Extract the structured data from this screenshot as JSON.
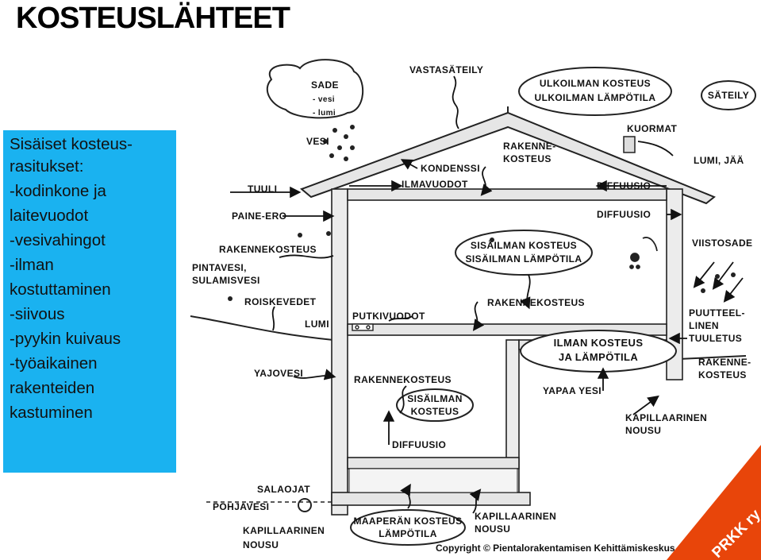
{
  "title": "KOSTEUSLÄHTEET",
  "sidebar": {
    "lines": [
      "Sisäiset kosteus-",
      "rasitukset:",
      "-kodinkone ja",
      "laitevuodot",
      "-vesivahingot",
      "-ilman",
      "kostuttaminen",
      "-siivous",
      "-pyykin kuivaus",
      "-työaikainen",
      "rakenteiden",
      "kastuminen"
    ]
  },
  "diagram": {
    "labels": {
      "sade": "SADE",
      "vesi_item": "- vesi",
      "lumi_item": "- lumi",
      "vesi": "VESI",
      "vastasateily": "VASTASÄTEILY",
      "ulkoilman1": "ULKOILMAN KOSTEUS",
      "ulkoilman2": "ULKOILMAN LÄMPÖTILA",
      "sateily": "SÄTEILY",
      "kuormat": "KUORMAT",
      "lumi_jaa": "LUMI, JÄÄ",
      "kondenssi": "KONDENSSI",
      "rakenne1": "RAKENNE-",
      "rakenne2": "KOSTEUS",
      "tuuli": "TUULI",
      "ilmavuodot": "ILMAVUODOT",
      "diffuusio_top": "DIFFUUSIO",
      "diffuusio_mid": "DIFFUUSIO",
      "paine_ero": "PAINE-ERO",
      "rakennekosteus_left": "RAKENNEKOSTEUS",
      "pintavesi1": "PINTAVESI,",
      "pintavesi2": "SULAMISVESI",
      "sisailman1": "SISÄILMAN KOSTEUS",
      "sisailman2": "SISÄILMAN LÄMPÖTILA",
      "viistosade": "VIISTOSADE",
      "roiskevedet": "ROISKEVEDET",
      "rakennekosteus_mid": "RAKENNEKOSTEUS",
      "lumi_ground": "LUMI",
      "putkivuodot": "PUTKIVUODOT",
      "puutteel1": "PUUTTEEL-",
      "puutteel2": "LINEN",
      "puutteel3": "TUULETUS",
      "ilman1": "ILMAN KOSTEUS",
      "ilman2": "JA LÄMPÖTILA",
      "rak_right1": "RAKENNE-",
      "rak_right2": "KOSTEUS",
      "yajovesi": "YAJOVESI",
      "rakennekosteus_low": "RAKENNEKOSTEUS",
      "yapaa_yesi": "YAPAA YESI",
      "sis2_1": "SISÄILMAN",
      "sis2_2": "KOSTEUS",
      "kapillaarinen1": "KAPILLAARINEN",
      "kapillaarinen2": "NOUSU",
      "diffuusio_low": "DIFFUUSIO",
      "salaojat": "SALAOJAT",
      "pohjavesi": "POHJAVESI",
      "kap_bottom1": "KAPILLAARINEN",
      "kap_bottom2": "NOUSU",
      "maaperan1": "MAAPERÄN KOSTEUS",
      "maaperan2": "LÄMPÖTILA",
      "kap_mid1": "KAPILLAARINEN",
      "kap_mid2": "NOUSU"
    }
  },
  "copyright": "Copyright  © Pientalorakentamisen Kehittämiskeskus ry",
  "badge": "PRKK ry",
  "colors": {
    "sidebar": "#1ab2f0",
    "badge": "#e8450a"
  }
}
